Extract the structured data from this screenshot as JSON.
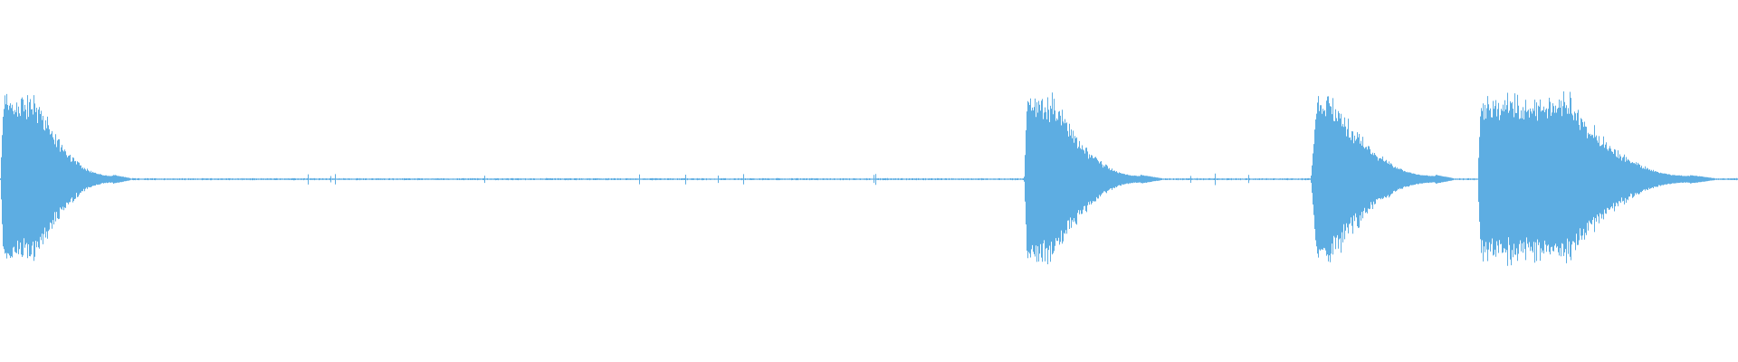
{
  "waveform": {
    "color": "#5dade2",
    "background": "#ffffff",
    "duration_normalized": 1.0,
    "events": [
      {
        "start": 0.0,
        "attack": 0.002,
        "sustain": 0.018,
        "decay": 0.045,
        "peak": 1.0,
        "tail": 0.01
      },
      {
        "start": 0.589,
        "attack": 0.002,
        "sustain": 0.015,
        "decay": 0.05,
        "peak": 1.0,
        "tail": 0.012
      },
      {
        "start": 0.754,
        "attack": 0.004,
        "sustain": 0.008,
        "decay": 0.06,
        "peak": 1.0,
        "tail": 0.01
      },
      {
        "start": 0.85,
        "attack": 0.002,
        "sustain": 0.05,
        "decay": 0.07,
        "peak": 1.0,
        "tail": 0.014
      }
    ],
    "noise_floor": 0.012
  }
}
